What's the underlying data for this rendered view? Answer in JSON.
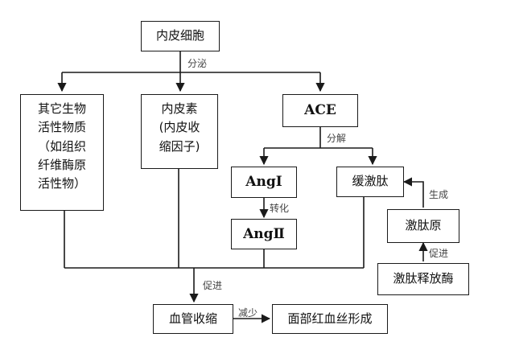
{
  "nodes": {
    "endothelial_cell": "内皮细胞",
    "ace": "ACE",
    "other_substances": "其它生物\n活性物质\n（如组织\n纤维酶原\n活性物）",
    "endothelin": "内皮素\n(内皮收\n缩因子)",
    "ang1": "AngⅠ",
    "ang2": "AngⅡ",
    "bradykinin": "缓激肽",
    "kininogen": "激肽原",
    "kallikrein": "激肽释放酶",
    "vasoconstriction": "血管收缩",
    "facial_erythema": "面部红血丝形成"
  },
  "edge_labels": {
    "secrete": "分泌",
    "decompose": "分解",
    "convert": "转化",
    "generate": "生成",
    "promote_kininogen": "促进",
    "promote_vaso": "促进",
    "reduce": "减少"
  },
  "colors": {
    "line": "#1a1a1a",
    "label": "#444444"
  }
}
